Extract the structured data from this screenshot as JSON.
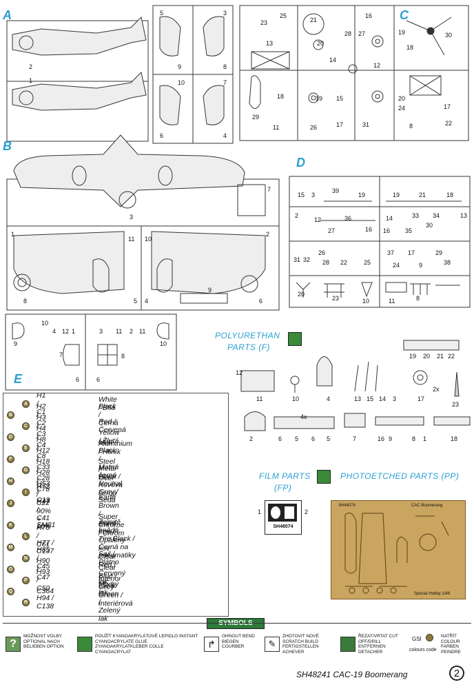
{
  "sections": {
    "a": "A",
    "b": "B",
    "c": "C",
    "d": "D",
    "e": "E"
  },
  "captions": {
    "poly_1": "POLYURETHAN",
    "poly_2": "PARTS (F)",
    "film_1": "FILM PARTS",
    "film_2": "(FP)",
    "photoetched": "PHOTOETCHED PARTS (PP)"
  },
  "film_sheet_code": "SH48074",
  "pe_fret": {
    "code": "SH48074",
    "title": "CAC Boomerang",
    "maker": "Special Hobby 1/48"
  },
  "paints": [
    {
      "key": "A",
      "code": "H1 / C1",
      "name": "White / Bílá"
    },
    {
      "key": "B",
      "code": "H2 / C2",
      "name": "Black / Černá"
    },
    {
      "key": "C",
      "code": "H3 / C3",
      "name": "Red / Červená"
    },
    {
      "key": "D",
      "code": "H4 / C4",
      "name": "Yellow / Žlutá"
    },
    {
      "key": "E",
      "code": "H8 / C8",
      "name": "Aluminium / Hliník"
    },
    {
      "key": "F",
      "code": "H12 / C33",
      "name": "Matt Black / Matná černá"
    },
    {
      "key": "G",
      "code": "H18 / C28",
      "name": "Steel / Ocel"
    },
    {
      "key": "H",
      "code": "H28 / C78",
      "name": "Metal Black / Kovová černá"
    },
    {
      "key": "I",
      "code": "H53 / C13",
      "name": "Neutral Grey / Šedá"
    },
    {
      "key": "J",
      "code": "H72 / C22 90% +",
      "name": ""
    },
    {
      "key": "",
      "code": "H47 / C41 10%",
      "name": "Earth Brown / Zemitě hnědá"
    },
    {
      "key": "K",
      "code": "SM01",
      "name": "Super Chrome / Chrom"
    },
    {
      "key": "L",
      "code": "H76 / C61",
      "name": "Burnt Iron / Opálený kov"
    },
    {
      "key": "M",
      "code": "H77 / C137",
      "name": "Tire Black / Černá na pneumatiky"
    },
    {
      "key": "N",
      "code": "H85 / C45",
      "name": "Sail / Plátno"
    },
    {
      "key": "O",
      "code": "H90 / C47",
      "name": "Clear Red / Červený lak"
    },
    {
      "key": "P",
      "code": "H93 / C50",
      "name": "Clear Blue / Modrý lak"
    },
    {
      "key": "Q",
      "code": "C364",
      "name": "Interior Grey-Green / Interiérová"
    },
    {
      "key": "R",
      "code": "H94 / C138",
      "name": "Clear Green / Zelený lak"
    }
  ],
  "symbols": {
    "title": "SYMBOLS",
    "items": [
      {
        "text": "MOŽNOST VOLBY OPTIONAL NACH BELIEBEN OPTION"
      },
      {
        "text": "POUŽÍT KYANOAKRYLÁTOVÉ LEPIDLO INSTANT CYANOACRYLATE GLUE ZYANOAKRYLATKLEBER COLLE CYANOACRYLAT"
      },
      {
        "text": "OHNOUT BEND BIEGEN COURBER"
      },
      {
        "text": "ZHOTOVIT NOVÉ SCRATCH BUILD FERTIGSTELLEN ACHEVER"
      },
      {
        "text": "ŘEZAT/VRTAT CUT OFF/DRILL ENTFERNEN DETACHER"
      },
      {
        "text": "NATŘÍT COLOUR FARBEN PEINDRE"
      }
    ],
    "gsi_label": "GSI",
    "gsi_sub": "colours code"
  },
  "footer": {
    "title": "SH48241 CAC-19 Boomerang",
    "page": "2"
  }
}
